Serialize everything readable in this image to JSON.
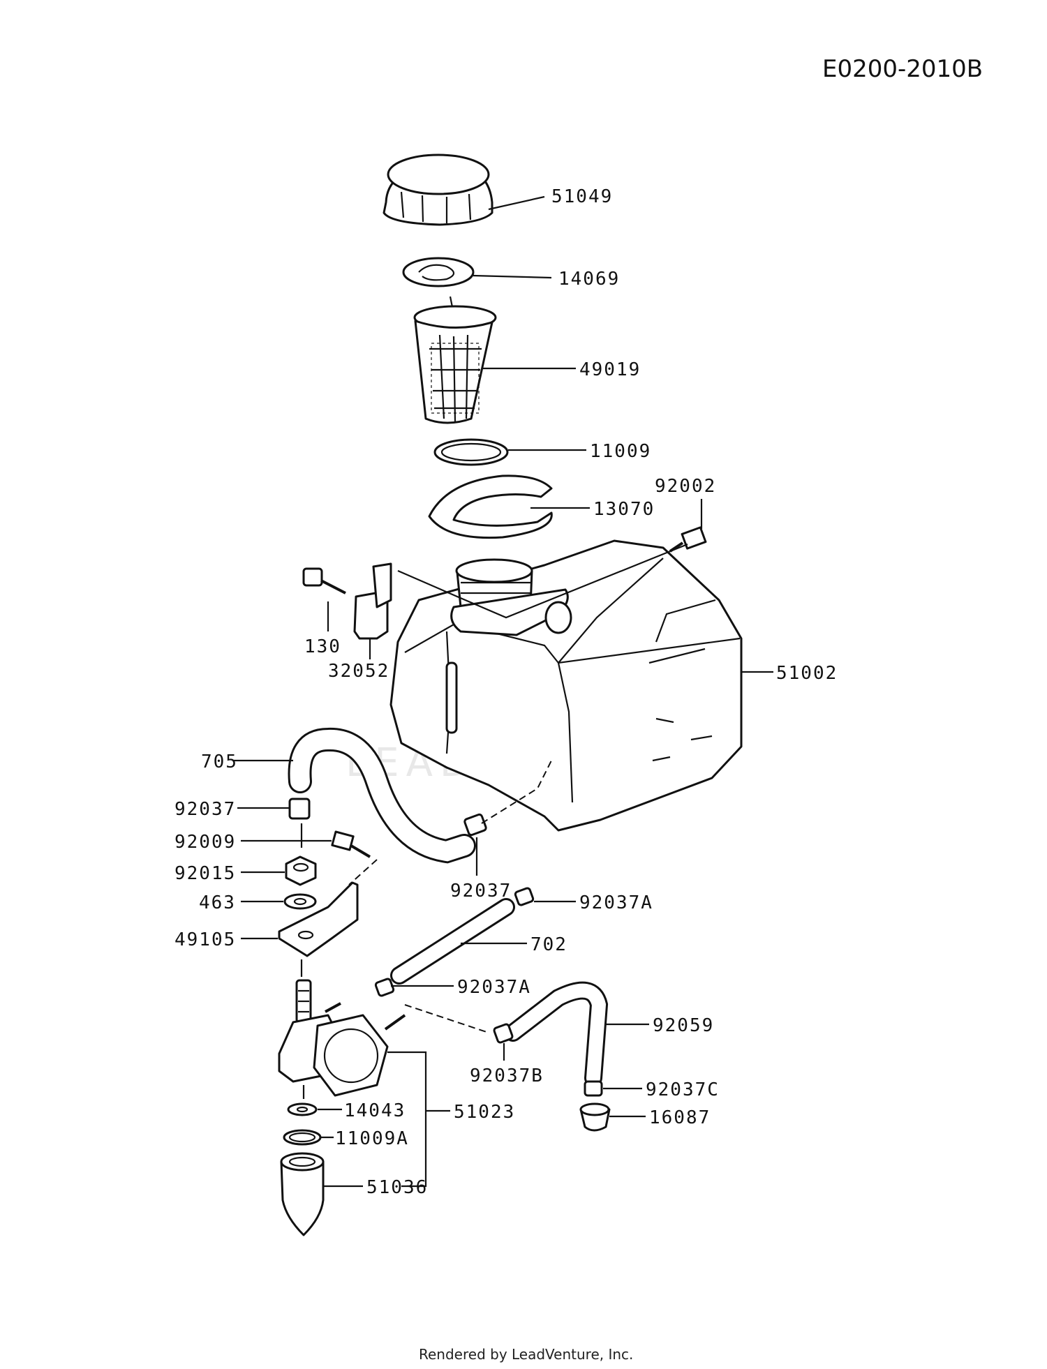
{
  "header": {
    "diagram_ref": "E0200-2010B"
  },
  "footer": {
    "rendered_by": "Rendered by LeadVenture, Inc."
  },
  "watermark": {
    "text": "LEADVENTURE"
  },
  "parts": {
    "p51049": "51049",
    "p14069": "14069",
    "p49019": "49019",
    "p11009": "11009",
    "p13070": "13070",
    "p92002": "92002",
    "p130": "130",
    "p32052": "32052",
    "p51002": "51002",
    "p705": "705",
    "p92037_left": "92037",
    "p92009": "92009",
    "p92015": "92015",
    "p463": "463",
    "p49105": "49105",
    "p92037_mid": "92037",
    "p92037A_top": "92037A",
    "p702": "702",
    "p92037A_mid": "92037A",
    "p92059": "92059",
    "p92037B": "92037B",
    "p92037C": "92037C",
    "p16087": "16087",
    "p14043": "14043",
    "p51023": "51023",
    "p11009A": "11009A",
    "p51036": "51036"
  }
}
